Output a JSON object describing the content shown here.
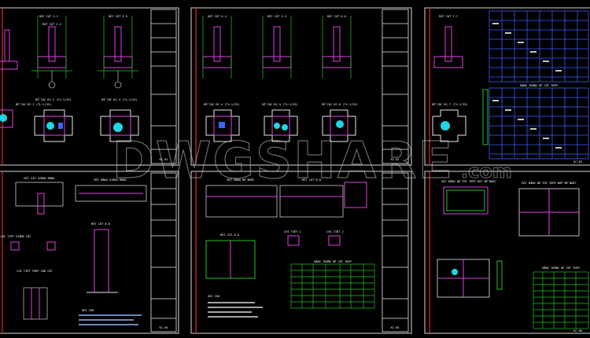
{
  "watermark": {
    "main": "DWGSHARE",
    "suffix": ".com"
  },
  "sheets": [
    {
      "id": "s1",
      "section_titles": [
        "MẶT CẮT 1-1",
        "MẶT CẮT 2-2",
        "MẶT CẮT 3-3"
      ],
      "plan_titles": [
        "ĐẾ CỌC ĐC-1 (TL:1/25)",
        "ĐẾ CỌC ĐC-2 (TL:1/25)",
        "ĐẾ CỌC ĐC-3 (TL:1/25)"
      ],
      "code": "KC-01"
    },
    {
      "id": "s2",
      "section_titles": [
        "MẶT CẮT 4-4",
        "MẶT CẮT 5-5",
        "MẶT CẮT 6-6"
      ],
      "plan_titles": [
        "ĐẾ CỌC ĐC-4 (TL:1/25)",
        "ĐẾ CỌC ĐC-5 (TL:1/25)",
        "ĐẾ CỌC ĐC-6 (TL:1/25)"
      ],
      "code": "KC-02"
    },
    {
      "id": "s3",
      "section_titles": [
        "MẶT CẮT 7-7"
      ],
      "plan_titles": [
        "ĐẾ CỌC ĐC-7 (TL:1/25)"
      ],
      "table_title": "BẢNG THỐNG KÊ CỐT THÉP",
      "code": "KC-03"
    },
    {
      "id": "s4",
      "section_titles": [
        "MẶT CẮT GIẰNG MÓNG",
        "MẶT BẰNG GIẰNG MÓNG",
        "MẶT CẮT 8-8"
      ],
      "plan_titles": [
        "CHI TIẾT GIẰNG CỘT",
        "CHI TIẾT THÉP CHỜ CỘT"
      ],
      "notes_title": "GHI CHÚ",
      "code": "KC-04"
    },
    {
      "id": "s5",
      "section_titles": [
        "MẶT BẰNG BỂ NƯỚC",
        "MẶT CẮT A-A",
        "MẶT CẮT B-B"
      ],
      "plan_titles": [
        "CHI TIẾT 1",
        "CHI TIẾT 2"
      ],
      "table_title": "BẢNG THỐNG KÊ CỐT THÉP",
      "notes_title": "GHI CHÚ",
      "code": "KC-05"
    },
    {
      "id": "s6",
      "section_titles": [
        "MẶT BẰNG BỐ TRÍ THÉP ĐÁY BỂ NƯỚC",
        "MẶT BẰNG BỐ TRÍ THÉP NẮP BỂ NƯỚC"
      ],
      "plan_titles": [],
      "table_title": "BẢNG THỐNG KÊ CỐT THÉP",
      "code": "KC-06"
    }
  ]
}
